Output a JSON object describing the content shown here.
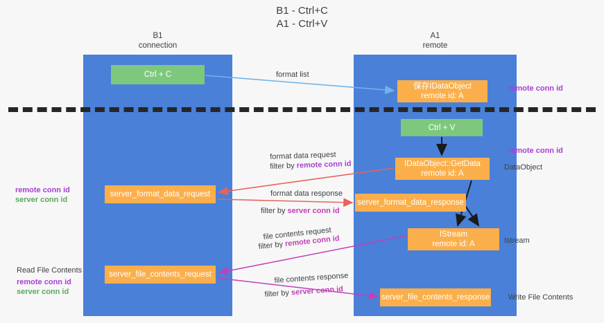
{
  "title": "B1 - Ctrl+C\nA1 - Ctrl+V",
  "columns": {
    "left": {
      "header": "B1\nconnection"
    },
    "right": {
      "header": "A1\nremote"
    }
  },
  "colors": {
    "lane": "#4a80d8",
    "node_orange": "#fbaf4b",
    "node_green": "#7ec87e",
    "remote_conn_id": "#a83fd2",
    "server_conn_id": "#5aa95a",
    "arrow_format_list": "#6fb3e8",
    "arrow_format_data": "#e8635a",
    "arrow_file_contents": "#c23fb8",
    "arrow_black": "#1a1a1a",
    "separator": "#262626"
  },
  "nodes": {
    "ctrl_c": "Ctrl + C",
    "idataobject": "保存IDataObject\nremote id: A",
    "ctrl_v": "Ctrl + V",
    "getdata": "IDataObject::GetData\nremote id: A",
    "server_format_data_request": "server_format_data_request",
    "server_format_data_response": "server_format_data_response",
    "istream": "IStream\nremote id: A",
    "server_file_contents_request": "server_file_contents_request",
    "server_file_contents_response": "server_file_contents_response"
  },
  "edges": {
    "format_list": "format list",
    "format_data_request": "format data request",
    "format_data_request_filter_prefix": "filter by ",
    "format_data_request_filter_key": "remote conn id",
    "format_data_response": "format data response",
    "format_data_response_filter_prefix": "filter by ",
    "format_data_response_filter_key": "server conn id",
    "file_contents_request": "file contents request",
    "file_contents_request_filter_prefix": "filter by ",
    "file_contents_request_filter_key": "remote conn id",
    "file_contents_response": "file contents response",
    "file_contents_response_filter_prefix": "filter by ",
    "file_contents_response_filter_key": "server conn id"
  },
  "annotations": {
    "right_remote_conn_id_top": "remote conn id",
    "right_remote_conn_id_mid": "remote conn id",
    "right_dataobject": "DataObject",
    "right_istream": "Istream",
    "right_write_file_contents": "Write File Contents",
    "left_remote_conn_id": "remote conn id",
    "left_server_conn_id": "server conn id",
    "left_read_file_contents": "Read File Contents",
    "left_remote_conn_id_2": "remote conn id",
    "left_server_conn_id_2": "server conn id"
  }
}
